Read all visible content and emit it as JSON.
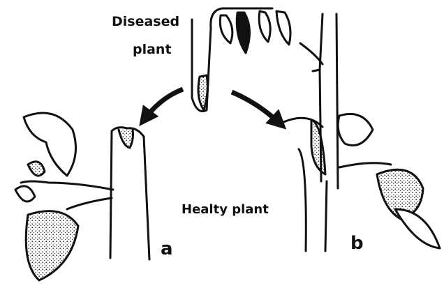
{
  "labels": {
    "diseased_line1": "Diseased",
    "diseased_line2": "plant",
    "healthy": "Healty plant",
    "panel_a": "a",
    "panel_b": "b"
  },
  "colors": {
    "ink": "#111111",
    "background": "#ffffff"
  }
}
